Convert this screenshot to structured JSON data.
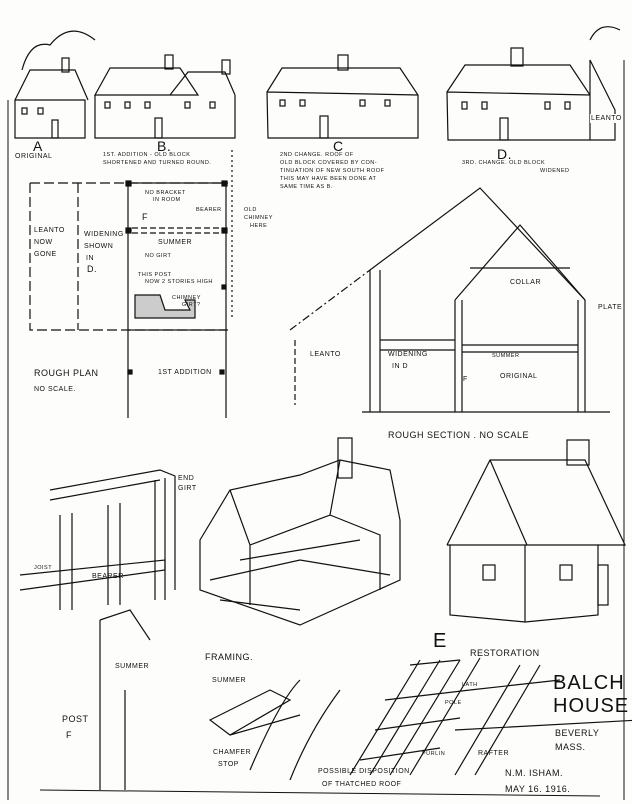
{
  "elevations": {
    "a": {
      "letter": "A",
      "caption": "Original"
    },
    "b": {
      "letter": "B.",
      "caption_1": "1st. Addition - old block",
      "caption_2": "shortened and turned round."
    },
    "c": {
      "letter": "C",
      "caption_1": "2nd Change. Roof of",
      "caption_2": "old block covered by con-",
      "caption_3": "tinuation of new south roof",
      "caption_4": "this may have been done at",
      "caption_5": "same time as B."
    },
    "d": {
      "letter": "D.",
      "caption_1": "3rd. Change. old block",
      "caption_2": "widened"
    },
    "leanto_tag": "Leanto"
  },
  "plan": {
    "leanto": [
      "Leanto",
      "now",
      "gone"
    ],
    "widening": [
      "Widening",
      "shown",
      "in",
      "D."
    ],
    "no_bracket": [
      "no bracket",
      "in room"
    ],
    "bearer": "Bearer",
    "f": "F",
    "summer": "Summer",
    "no girt": "no girt",
    "this_post": [
      "This post",
      "now 2 stories high"
    ],
    "chimney_girt": [
      "Chimney",
      "girt?"
    ],
    "old_chimney": [
      "old",
      "chimney",
      "here"
    ],
    "first_addition": "1st Addition",
    "title": "Rough Plan",
    "scale": "No Scale."
  },
  "section": {
    "collar": "Collar",
    "plate": "Plate",
    "leanto": "Leanto",
    "widening": [
      "Widening",
      "in D"
    ],
    "summer": "Summer",
    "f": "F",
    "original": "Original",
    "title": "Rough Section . No Scale"
  },
  "framing": {
    "end_girt": [
      "End",
      "girt"
    ],
    "joist": "Joist",
    "bearer": "Bearer",
    "summer": "Summer",
    "post_f": [
      "Post",
      "F"
    ],
    "title": "Framing.",
    "summer2": "Summer",
    "chamfer_stop": [
      "Chamfer",
      "Stop"
    ]
  },
  "roof": {
    "letter": "E",
    "restoration": "Restoration",
    "lath": "Lath",
    "pole": "Pole",
    "purlin": "Purlin",
    "rafter": "Rafter",
    "caption": [
      "Possible Disposition",
      "of Thatched Roof"
    ]
  },
  "title_block": {
    "name": [
      "Balch",
      "House"
    ],
    "place": [
      "Beverly",
      "Mass."
    ],
    "author": "N.M. Isham.",
    "date": "May 16. 1916."
  }
}
